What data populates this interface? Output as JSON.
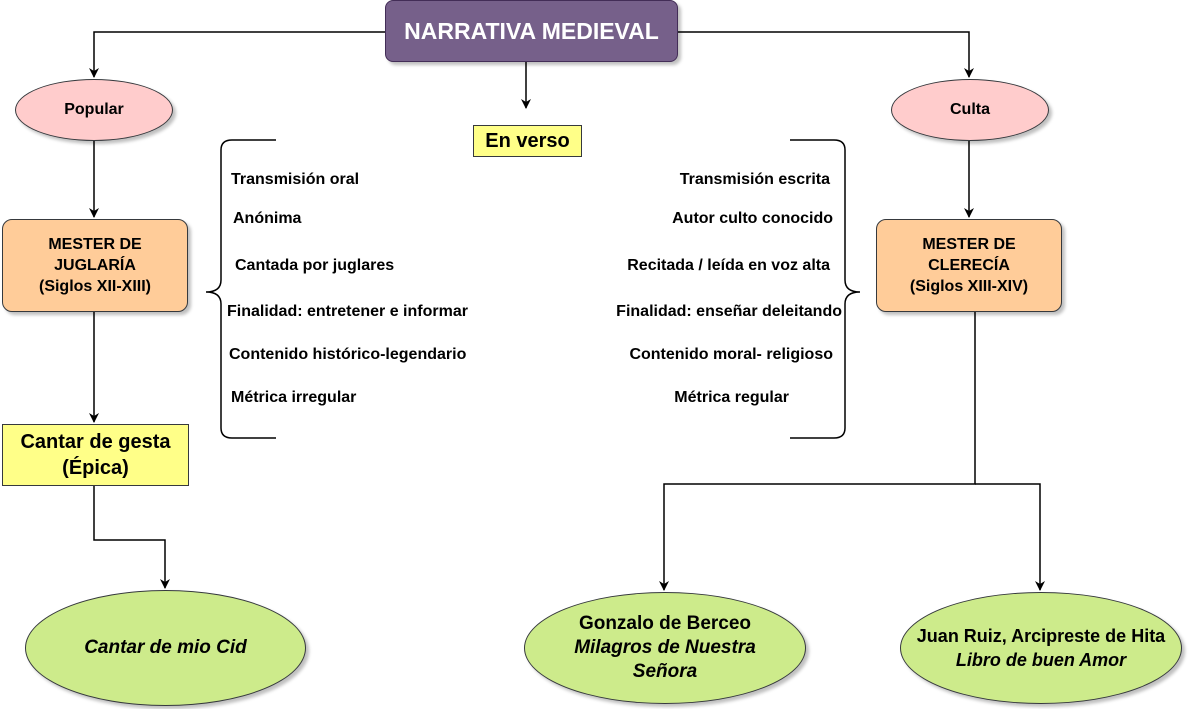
{
  "diagram": {
    "title": "NARRATIVA MEDIEVAL",
    "branch_left": "Popular",
    "branch_right": "Culta",
    "center_label": "En verso",
    "mester_juglaria": {
      "line1": "MESTER DE",
      "line2": "JUGLARÍA",
      "line3": "(Siglos XII-XIII)"
    },
    "mester_clerecia": {
      "line1": "MESTER DE",
      "line2": "CLERECÍA",
      "line3": "(Siglos XIII-XIV)"
    },
    "cantar_gesta": {
      "line1": "Cantar de gesta",
      "line2": "(Épica)"
    },
    "works": {
      "cid": "Cantar de mio Cid",
      "berceo_author": "Gonzalo de Berceo",
      "berceo_work_line1": "Milagros de Nuestra",
      "berceo_work_line2": "Señora",
      "ruiz_author": "Juan Ruiz, Arcipreste de Hita",
      "ruiz_work": "Libro de buen Amor"
    },
    "features_juglaria": [
      "Transmisión oral",
      "Anónima",
      "Cantada por juglares",
      "Finalidad: entretener e informar",
      "Contenido histórico-legendario",
      "Métrica irregular"
    ],
    "features_clerecia": [
      "Transmisión escrita",
      "Autor culto conocido",
      "Recitada / leída en voz alta",
      "Finalidad: enseñar deleitando",
      "Contenido moral- religioso",
      "Métrica regular"
    ],
    "colors": {
      "title_fill": "#76608a",
      "branch_fill": "#ffcccc",
      "mester_fill": "#ffcc99",
      "label_fill": "#ffff88",
      "work_fill": "#cdeb8b"
    }
  }
}
